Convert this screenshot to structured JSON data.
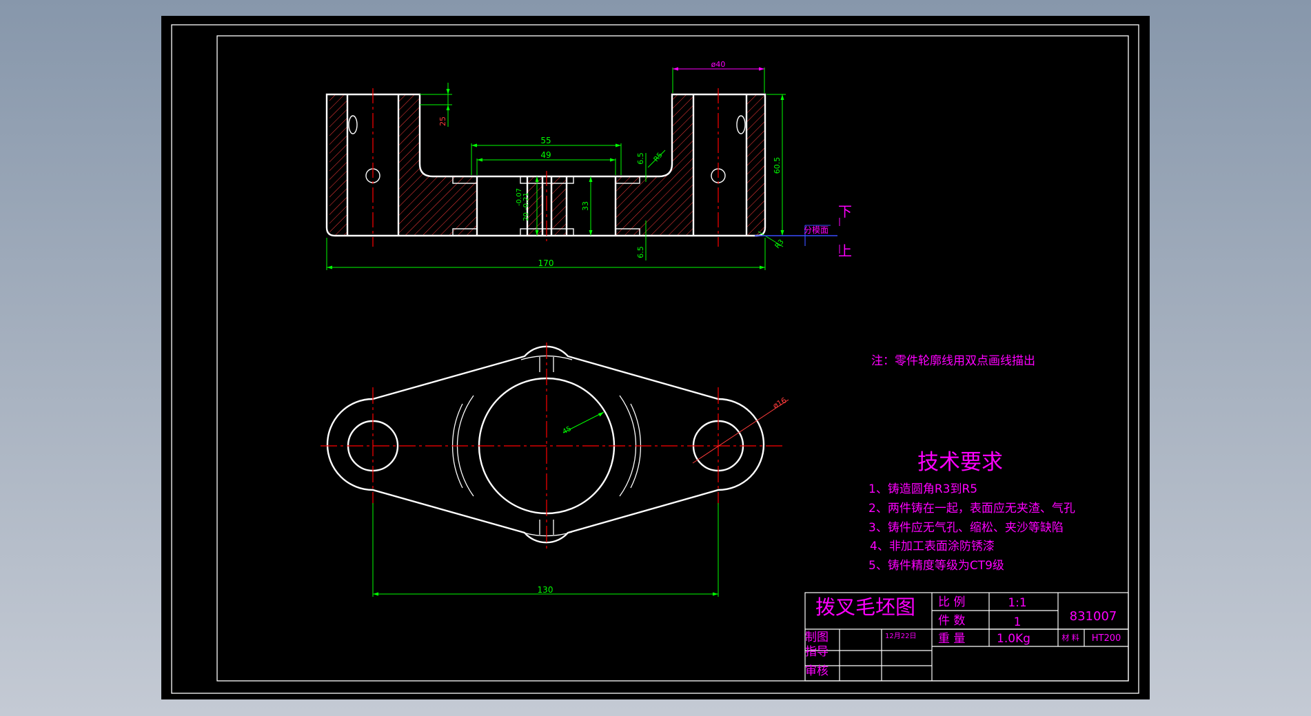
{
  "colors": {
    "background": "#000000",
    "viewport_bg": "#97a3b5",
    "outline": "#ffffff",
    "dimension": "#00ff00",
    "centerline": "#ff0000",
    "hatch": "#ff3b3b",
    "annotation": "#ff00ff",
    "parting": "#3a4cff"
  },
  "front_view": {
    "dims": {
      "d40": "ø40",
      "d25": "25",
      "d55": "55",
      "d49": "49",
      "d65_top": "6.5",
      "r5": "R5",
      "d605": "60.5",
      "d33": "33",
      "tol_upper": "-0.07",
      "tol_main": "20 -0.21",
      "d65_bottom": "6.5",
      "r3": "R3",
      "d170": "170"
    },
    "parting": {
      "label": "分模面",
      "down": "下",
      "up": "上"
    }
  },
  "top_view": {
    "dims": {
      "d45": "45",
      "d16": "ø16",
      "d130": "130"
    }
  },
  "note": "注：零件轮廓线用双点画线描出",
  "tech": {
    "title": "技术要求",
    "items": [
      "1、铸造圆角R3到R5",
      "2、两件铸在一起，表面应无夹渣、气孔",
      "3、铸件应无气孔、缩松、夹沙等缺陷",
      "4、非加工表面涂防锈漆",
      "5、铸件精度等级为CT9级"
    ]
  },
  "title_block": {
    "name": "拨叉毛坯图",
    "scale_label": "比 例",
    "scale_value": "1:1",
    "count_label": "件 数",
    "count_value": "1",
    "weight_label": "重 量",
    "weight_value": "1.0Kg",
    "drawing_no": "831007",
    "material_label": "材 料",
    "material_value": "HT200",
    "drawn_label": "制图",
    "drawn_date": "12月22日",
    "guide_label": "指导",
    "review_label": "审核"
  }
}
